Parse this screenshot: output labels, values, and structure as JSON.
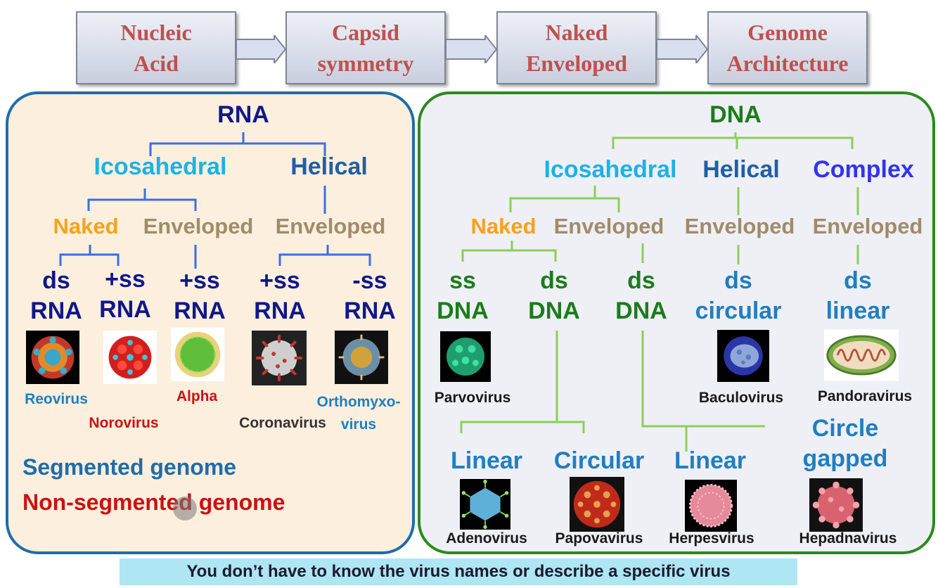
{
  "flow": [
    "Nucleic\nAcid",
    "Capsid\nsymmetry",
    "Naked\nEnveloped",
    "Genome\nArchitecture"
  ],
  "rna": {
    "root": "RNA",
    "icosahedral": "Icosahedral",
    "helical": "Helical",
    "naked": "Naked",
    "enveloped_ico": "Enveloped",
    "enveloped_hel": "Enveloped",
    "genomes": [
      "ds\nRNA",
      "+ss\nRNA",
      "+ss\nRNA",
      "+ss\nRNA",
      "-ss\nRNA"
    ],
    "viruses": [
      "Reovirus",
      "Norovirus",
      "Alpha",
      "Coronavirus",
      "Orthomyxo-\nvirus"
    ],
    "legend_segmented": "Segmented genome",
    "legend_nonsegmented": "Non-segmented genome"
  },
  "dna": {
    "root": "DNA",
    "icosahedral": "Icosahedral",
    "helical": "Helical",
    "complex": "Complex",
    "naked": "Naked",
    "enveloped_ico": "Enveloped",
    "enveloped_hel": "Enveloped",
    "enveloped_cpx": "Enveloped",
    "genomes": [
      "ss\nDNA",
      "ds\nDNA",
      "ds\nDNA",
      "ds\ncircular",
      "ds\nlinear"
    ],
    "viruses_top": [
      "Parvovirus",
      "Baculovirus",
      "Pandoravirus"
    ],
    "architecture": [
      "Linear",
      "Circular",
      "Linear",
      "Circle\ngapped"
    ],
    "viruses_bottom": [
      "Adenovirus",
      "Papovavirus",
      "Herpesvirus",
      "Hepadnavirus"
    ]
  },
  "footer": "You don’t have to know the virus names or describe a specific virus",
  "colors": {
    "rna_border": "#1f6da8",
    "dna_border": "#2b8a1e",
    "rna_lines": "#3b6ee6",
    "dna_lines": "#8ccf57"
  }
}
